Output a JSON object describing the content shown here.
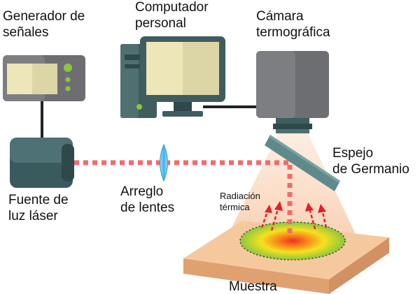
{
  "labels": {
    "signal_generator": [
      "Generador de",
      "señales"
    ],
    "personal_computer": [
      "Computador",
      "personal"
    ],
    "thermal_camera": [
      "Cámara",
      "termográfica"
    ],
    "germanium_mirror": [
      "Espejo",
      "de Germanio"
    ],
    "laser_source": [
      "Fuente de",
      "luz láser"
    ],
    "lens_array": [
      "Arreglo",
      "de lentes"
    ],
    "thermal_radiation": [
      "Radiación",
      "térmica"
    ],
    "sample": "Muestra"
  },
  "icons": {
    "signal_generator": "signal-generator-icon",
    "computer": "desktop-computer-icon",
    "camera": "thermal-camera-icon",
    "laser": "laser-source-icon",
    "lens": "lens-icon",
    "mirror": "germanium-mirror-icon",
    "sample": "sample-block-icon"
  },
  "colors": {
    "laser_beam": "#f26b6b",
    "radiation_arrows": "#e0202a",
    "device_gray": "#6d6e71",
    "screen": "#ece6b9",
    "pc_tower": "#3f5d5f",
    "mirror": "#5f8a8b",
    "sample_top": "#f6c89e",
    "sample_side": "#e0a171"
  }
}
